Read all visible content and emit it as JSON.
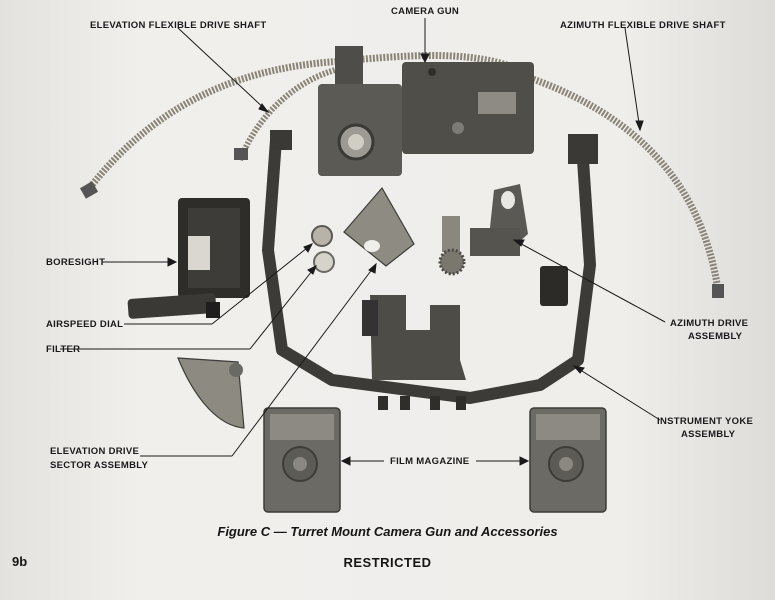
{
  "figure": {
    "caption": "Figure C — Turret Mount Camera Gun and Accessories",
    "page_number": "9b",
    "classification": "RESTRICTED"
  },
  "labels": {
    "camera_gun": "CAMERA GUN",
    "elevation_shaft": "ELEVATION FLEXIBLE DRIVE SHAFT",
    "azimuth_shaft": "AZIMUTH FLEXIBLE DRIVE SHAFT",
    "boresight": "BORESIGHT",
    "airspeed_dial": "AIRSPEED DIAL",
    "filter": "FILTER",
    "azimuth_drive_line1": "AZIMUTH DRIVE",
    "azimuth_drive_line2": "ASSEMBLY",
    "instrument_yoke_line1": "INSTRUMENT YOKE",
    "instrument_yoke_line2": "ASSEMBLY",
    "elevation_sector_line1": "ELEVATION DRIVE",
    "elevation_sector_line2": "SECTOR ASSEMBLY",
    "film_magazine": "FILM MAGAZINE"
  }
}
